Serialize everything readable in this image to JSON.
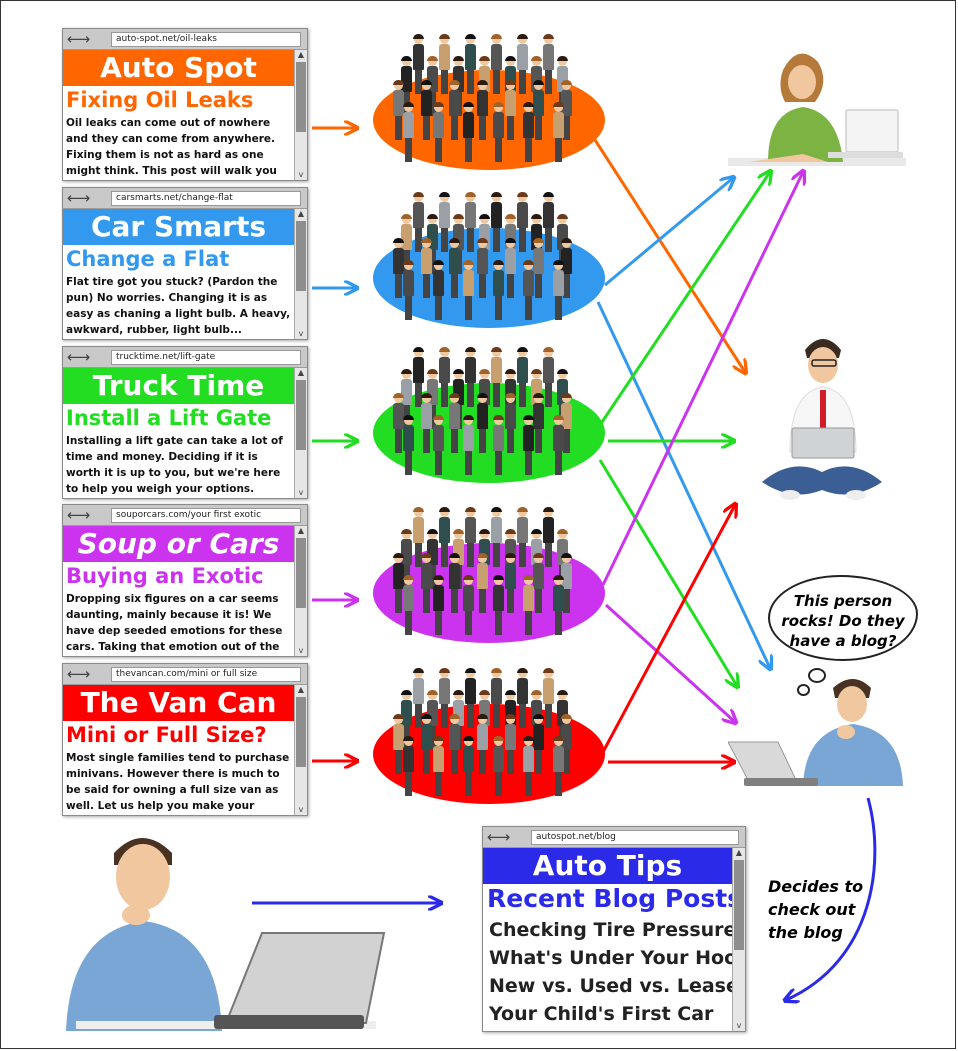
{
  "colors": {
    "orange": "#ff6600",
    "blue": "#3399ee",
    "green": "#22dd22",
    "purple": "#cc33ee",
    "red": "#ff0000",
    "navy": "#2a2ae8"
  },
  "sites": [
    {
      "url": "auto-spot.net/oil-leaks",
      "brand": "Auto Spot",
      "title": "Fixing Oil Leaks",
      "body": "Oil leaks can come out of nowhere and they can come from anywhere. Fixing them is not as hard as one might think. This post will walk you step by step..."
    },
    {
      "url": "carsmarts.net/change-flat",
      "brand": "Car Smarts",
      "title": "Change a Flat",
      "body": "Flat tire got you stuck? (Pardon the pun) No worries. Changing it is as easy as chaning a light bulb. A heavy, awkward, rubber, light bulb..."
    },
    {
      "url": "trucktime.net/lift-gate",
      "brand": "Truck Time",
      "title": "Install a Lift Gate",
      "body": "Installing a lift gate can take a lot of time and money. Deciding if it is worth it is up to you, but we're here to help you weigh your options."
    },
    {
      "url": "souporcars.com/your first exotic",
      "brand": "Soup or Cars",
      "title": "Buying an Exotic",
      "body": "Dropping six figures on a car seems daunting, mainly because it is! We have dep seeded emotions for these cars. Taking that emotion out of the picture..."
    },
    {
      "url": "thevancan.com/mini or full size",
      "brand": "The Van Can",
      "title": "Mini or Full Size?",
      "body": "Most single families tend to purchase minivans. However there is much to be said for owning a full size van as well. Let us help you make your decision!"
    }
  ],
  "thought_bubble": "This person rocks! Do they have a blog?",
  "decision_label": "Decides to check out the blog",
  "blog": {
    "url": "autospot.net/blog",
    "brand": "Auto Tips",
    "heading": "Recent Blog Posts",
    "posts": [
      "Checking Tire Pressure",
      "What's Under Your Hood",
      "New vs. Used vs. Lease",
      "Your Child's First Car"
    ]
  },
  "icons": {
    "nav": "back-forward-arrows-icon",
    "scroll_up": "▲",
    "scroll_down": "v"
  }
}
